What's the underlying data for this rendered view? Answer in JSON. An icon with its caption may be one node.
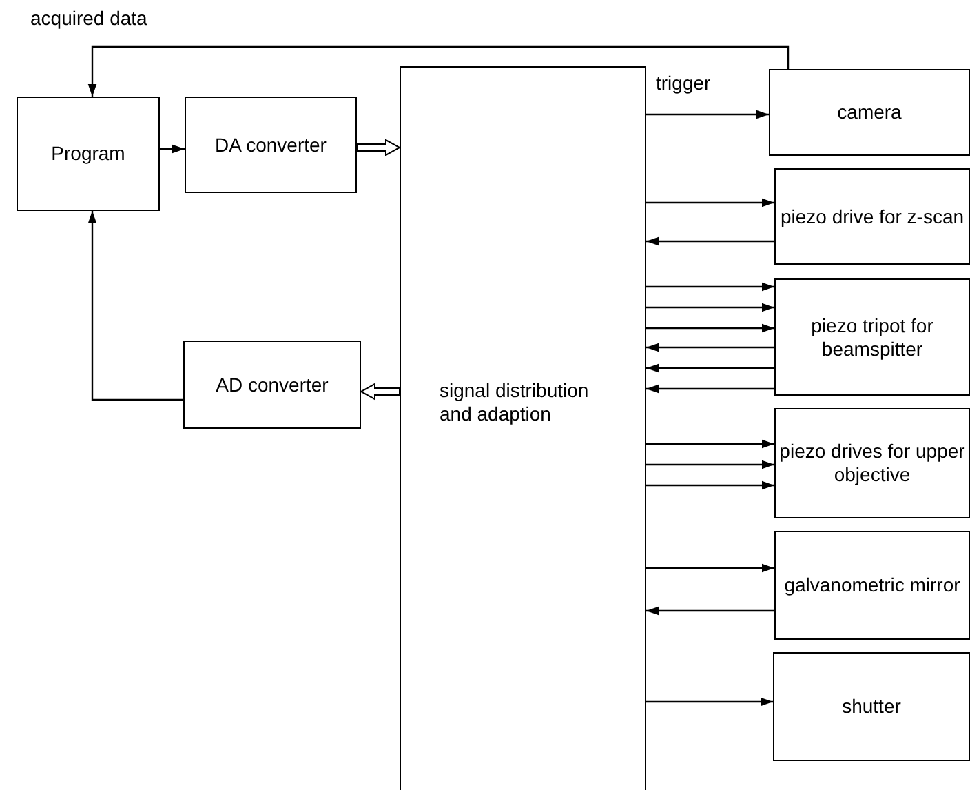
{
  "diagram": {
    "nodes": [
      {
        "text": [
          "Program"
        ]
      },
      {
        "text": [
          "DA converter"
        ]
      },
      {
        "text": [
          "AD converter"
        ]
      },
      {
        "text": [
          "signal distribution and adaption"
        ]
      },
      {
        "text": [
          "camera"
        ]
      },
      {
        "text": [
          "piezo drive for z-scan"
        ]
      },
      {
        "text": [
          "piezo tripot for beamspitter"
        ]
      },
      {
        "text": [
          "piezo drives for upper objective"
        ]
      },
      {
        "text": [
          "galvanometric mirror"
        ]
      },
      {
        "text": [
          "shutter"
        ]
      }
    ],
    "edges": [
      {
        "from": 4,
        "to": 0,
        "arrow": "to",
        "label": "acquired data"
      },
      {
        "from": 0,
        "to": 1,
        "arrow": "to"
      },
      {
        "from": 1,
        "to": 3,
        "arrow": "to",
        "style": "thick"
      },
      {
        "from": 3,
        "to": 2,
        "arrow": "to",
        "style": "thick"
      },
      {
        "from": 2,
        "to": 0,
        "arrow": "to"
      },
      {
        "from": 3,
        "to": 4,
        "arrow": "to",
        "label": "trigger"
      },
      {
        "from": 3,
        "to": 5,
        "arrow": "to"
      },
      {
        "from": 5,
        "to": 3,
        "arrow": "to"
      },
      {
        "from": 3,
        "to": 6,
        "arrow": "to"
      },
      {
        "from": 3,
        "to": 6,
        "arrow": "to"
      },
      {
        "from": 3,
        "to": 6,
        "arrow": "to"
      },
      {
        "from": 6,
        "to": 3,
        "arrow": "to"
      },
      {
        "from": 6,
        "to": 3,
        "arrow": "to"
      },
      {
        "from": 6,
        "to": 3,
        "arrow": "to"
      },
      {
        "from": 3,
        "to": 7,
        "arrow": "to"
      },
      {
        "from": 3,
        "to": 7,
        "arrow": "to"
      },
      {
        "from": 3,
        "to": 7,
        "arrow": "to"
      },
      {
        "from": 3,
        "to": 8,
        "arrow": "to"
      },
      {
        "from": 8,
        "to": 3,
        "arrow": "to"
      },
      {
        "from": 3,
        "to": 9,
        "arrow": "to"
      }
    ]
  }
}
